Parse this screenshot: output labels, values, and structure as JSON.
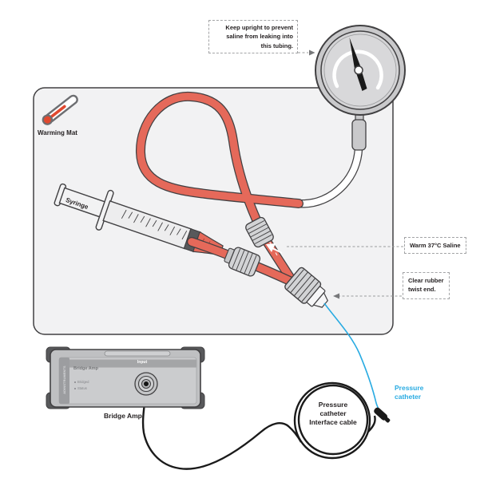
{
  "diagram": {
    "annotations": {
      "keep_upright": {
        "lines": [
          "Keep upright to prevent",
          "saline from leaking into",
          "this tubing."
        ]
      },
      "warm_saline": {
        "text": "Warm 37°C Saline"
      },
      "clear_rubber": {
        "lines": [
          "Clear rubber",
          "twist end."
        ]
      }
    },
    "labels": {
      "warming_mat": "Warming Mat",
      "syringe": "Syringe",
      "bridge_amp": "Bridge Amp",
      "pressure_catheter": {
        "lines": [
          "Pressure",
          "catheter"
        ]
      },
      "interface_cable": {
        "lines": [
          "Pressure",
          "catheter",
          "Interface cable"
        ]
      }
    },
    "device": {
      "brand": "ADINSTRUMENTS",
      "panel_title": "Bridge Amp",
      "input_label": "Input",
      "indicators": [
        "Bridged",
        "Status"
      ]
    },
    "icons": {
      "thermometer": "thermometer-icon",
      "gauge": "pressure-gauge-icon"
    },
    "colors": {
      "saline_red": "#e5695a",
      "catheter_blue": "#29abe2",
      "panel_bg": "#f2f2f3",
      "outline": "#414042",
      "cable_black": "#1a1a1a"
    }
  }
}
